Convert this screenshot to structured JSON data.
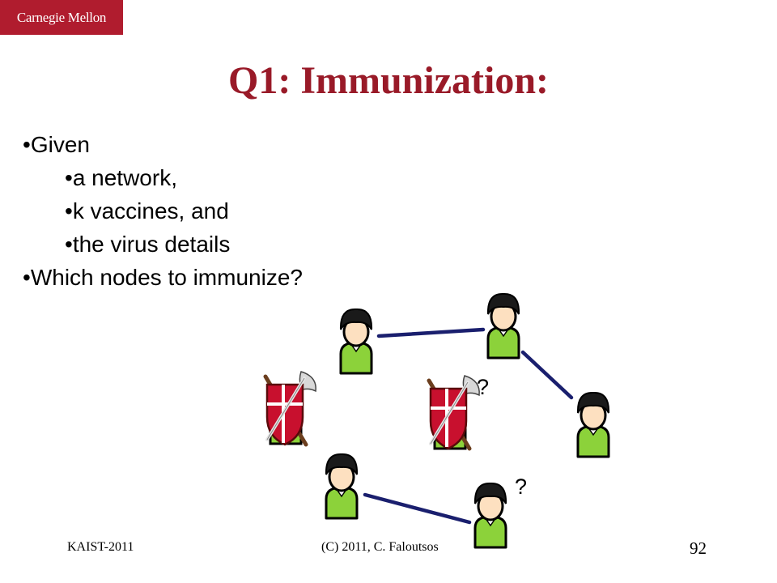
{
  "logo": {
    "text": "Carnegie Mellon"
  },
  "slide": {
    "title": "Q1: Immunization:",
    "bullets": [
      "Given",
      "a network,",
      "k vaccines, and",
      "the virus details",
      "Which nodes to immunize?"
    ]
  },
  "diagram": {
    "question_marks": [
      "?",
      "?"
    ]
  },
  "footer": {
    "left": "KAIST-2011",
    "center": "(C) 2011, C. Faloutsos",
    "page_number": "92"
  },
  "colors": {
    "title": "#991a28",
    "logo_background": "#b01c2e",
    "edge": "#1a1f6e",
    "person_body": "#8cd23a",
    "shield": "#c8102e"
  }
}
